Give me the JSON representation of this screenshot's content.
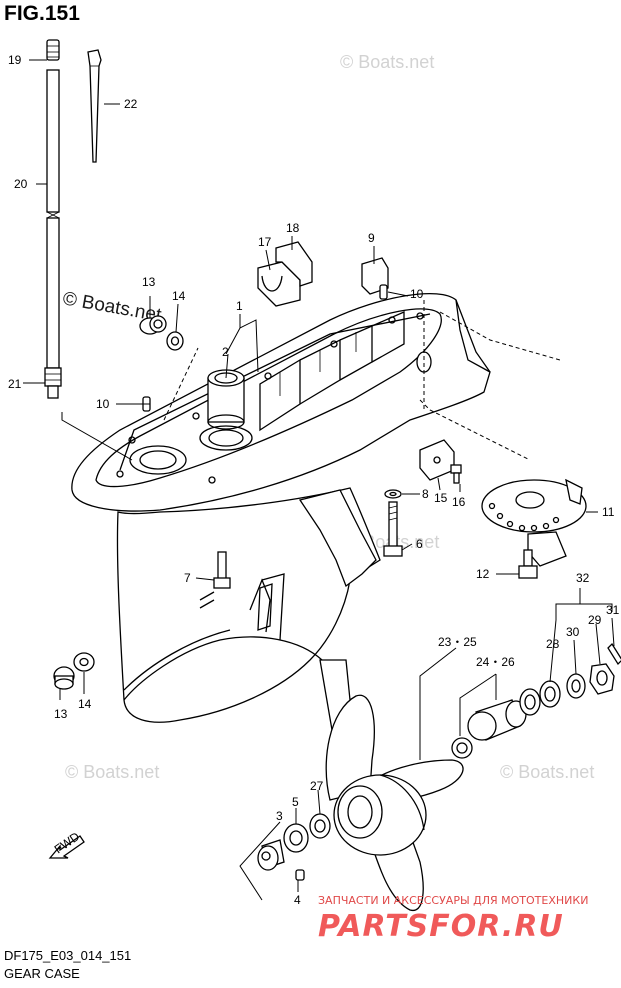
{
  "figure": {
    "title": "FIG.151",
    "code": "DF175_E03_014_151",
    "name": "GEAR CASE"
  },
  "watermarks": {
    "small": "© Boats.net",
    "bold": "© Boats.net",
    "brand_tagline": "ЗАПЧАСТИ И АКСЕССУАРЫ ДЛЯ МОТОТЕХНИКИ",
    "brand_name": "PARTSFOR.RU"
  },
  "fwd_label": "FWD",
  "callouts": {
    "c1": "1",
    "c2": "2",
    "c3": "3",
    "c4": "4",
    "c5": "5",
    "c6": "6",
    "c7": "7",
    "c8": "8",
    "c9": "9",
    "c10a": "10",
    "c10b": "10",
    "c11": "11",
    "c12": "12",
    "c13a": "13",
    "c13b": "13",
    "c14a": "14",
    "c14b": "14",
    "c15": "15",
    "c16": "16",
    "c17": "17",
    "c18": "18",
    "c19": "19",
    "c20": "20",
    "c21": "21",
    "c22": "22",
    "c23": "23・25",
    "c24": "24・26",
    "c27": "27",
    "c28": "28",
    "c29": "29",
    "c30": "30",
    "c31": "31",
    "c32": "32"
  },
  "colors": {
    "line": "#000000",
    "watermark": "#d2d2d2",
    "brand": "#f05a5a"
  }
}
